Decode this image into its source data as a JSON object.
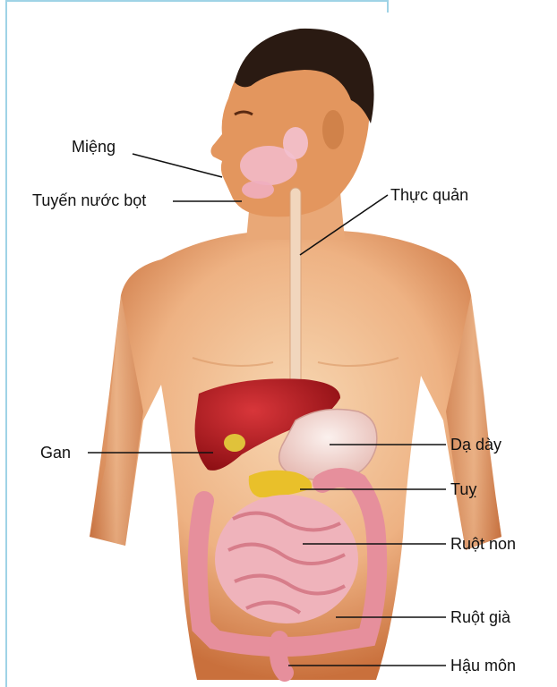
{
  "labels": {
    "mouth": "Miệng",
    "salivary_gland": "Tuyến nước bọt",
    "esophagus": "Thực quản",
    "liver": "Gan",
    "stomach": "Dạ dày",
    "pancreas": "Tuỵ",
    "small_intestine": "Ruột non",
    "large_intestine": "Ruột già",
    "anus": "Hậu môn"
  },
  "colors": {
    "frame": "#9fd3e6",
    "skin": "#e8a06a",
    "hair": "#2a1a12",
    "liver": "#b3171c",
    "intestine": "#eba4ae",
    "pancreas": "#e9c02a"
  }
}
